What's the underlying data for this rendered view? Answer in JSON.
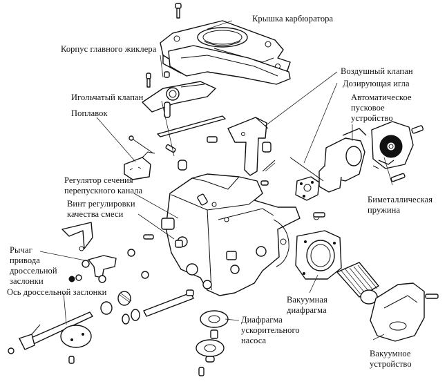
{
  "diagram": {
    "subject": "Carburetor exploded view",
    "labels": {
      "cover": "Крышка карбюратора",
      "main_jet_body": "Корпус главного жиклера",
      "air_valve": "Воздушный клапан",
      "metering_needle": "Дозирующая игла",
      "auto_choke_1": "Автоматическое",
      "auto_choke_2": "пусковое",
      "auto_choke_3": "устройство",
      "needle_valve": "Игольчатый клапан",
      "float": "Поплавок",
      "bypass_regulator_1": "Регулятор сечения",
      "bypass_regulator_2": "перепускного канала",
      "mixture_screw_1": "Винт регулировки",
      "mixture_screw_2": "качества смеси",
      "bimetal_spring_1": "Биметаллическая",
      "bimetal_spring_2": "пружина",
      "throttle_lever_1": "Рычаг",
      "throttle_lever_2": "привода",
      "throttle_lever_3": "дроссельной",
      "throttle_lever_4": "заслонки",
      "throttle_shaft": "Ось дроссельной заслонки",
      "vacuum_diaphragm_1": "Вакуумная",
      "vacuum_diaphragm_2": "диафрагма",
      "accel_pump_diaphragm_1": "Диафрагма",
      "accel_pump_diaphragm_2": "ускорительного",
      "accel_pump_diaphragm_3": "насоса",
      "vacuum_unit_1": "Вакуумное",
      "vacuum_unit_2": "устройство"
    }
  }
}
